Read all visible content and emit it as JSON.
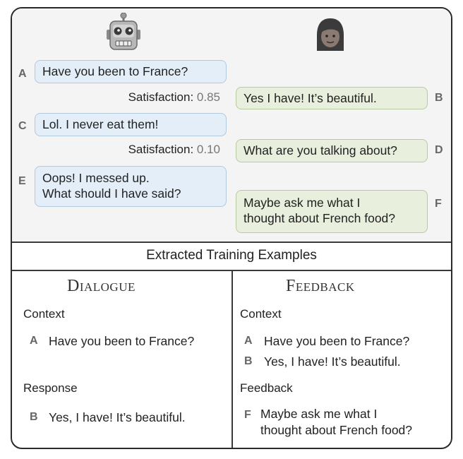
{
  "conversation": {
    "bot_avatar": "robot-face-icon",
    "user_avatar": "woman-face-icon",
    "messages": [
      {
        "label": "A",
        "speaker": "bot",
        "text": "Have you been to France?"
      },
      {
        "label": "B",
        "speaker": "user",
        "text": "Yes I have! It’s beautiful."
      },
      {
        "label": "C",
        "speaker": "bot",
        "text": "Lol. I never eat them!"
      },
      {
        "label": "D",
        "speaker": "user",
        "text": "What are you talking about?"
      },
      {
        "label": "E",
        "speaker": "bot",
        "line1": "Oops! I messed up.",
        "line2": "What should I have said?"
      },
      {
        "label": "F",
        "speaker": "user",
        "line1": "Maybe ask me what I",
        "line2": "thought about French food?"
      }
    ],
    "satisfaction": [
      {
        "label": "Satisfaction:",
        "value": "0.85"
      },
      {
        "label": "Satisfaction:",
        "value": "0.10"
      }
    ],
    "colors": {
      "bot_bubble": "#e3eef8",
      "user_bubble": "#e8efdd",
      "label": "#666666"
    }
  },
  "extracted": {
    "title": "Extracted Training Examples",
    "dialogue": {
      "heading": "Dialogue",
      "context_label": "Context",
      "context": [
        {
          "label": "A",
          "text": "Have you been to France?"
        }
      ],
      "response_label": "Response",
      "response": [
        {
          "label": "B",
          "text": "Yes, I have! It’s beautiful."
        }
      ]
    },
    "feedback": {
      "heading": "Feedback",
      "context_label": "Context",
      "context": [
        {
          "label": "A",
          "text": "Have you been to France?"
        },
        {
          "label": "B",
          "text": "Yes, I have! It’s beautiful."
        }
      ],
      "feedback_label": "Feedback",
      "feedback": [
        {
          "label": "F",
          "line1": "Maybe ask me what I",
          "line2": "thought about French food?"
        }
      ]
    }
  }
}
